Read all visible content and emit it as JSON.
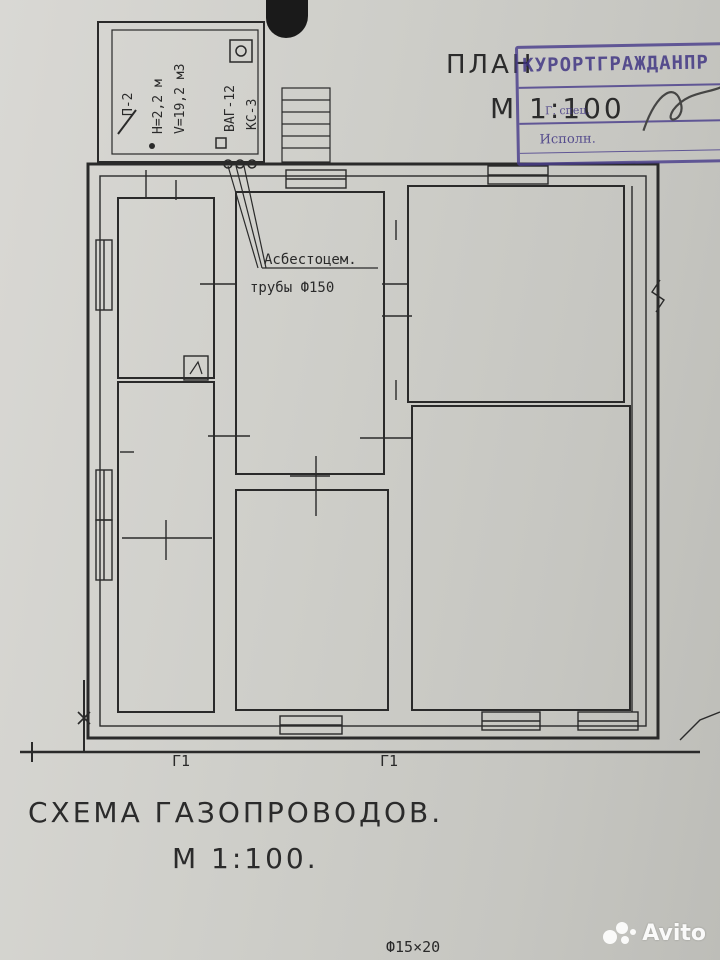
{
  "header": {
    "plan_title_partial": "ПЛАН",
    "plan_title_suffix": "ЭТАЖА",
    "plan_scale": "М 1:100"
  },
  "stamp": {
    "organization": "КУРОРТГРАЖДАНПР",
    "row2": "Г. спец.",
    "row3": "Исполн."
  },
  "annexe": {
    "label_boiler": "П-2",
    "label_height": "Н=2,2 м",
    "label_volume": "V=19,2 м3",
    "label_valve": "ВАГ-12",
    "label_stove": "КС-3"
  },
  "pipe_note": {
    "line1": "Асбестоцем.",
    "line2": "трубы Ф150"
  },
  "gas_line_label": "Г1",
  "footer": {
    "title": "СХЕМА ГАЗОПРОВОДОВ.",
    "scale": "М 1:100.",
    "window_note": "Ф15×20"
  },
  "watermark": {
    "text": "Avito"
  },
  "colors": {
    "ink": "#2a2a2a",
    "stamp": "#4a3e8c",
    "paper": "#d2d1cc"
  }
}
